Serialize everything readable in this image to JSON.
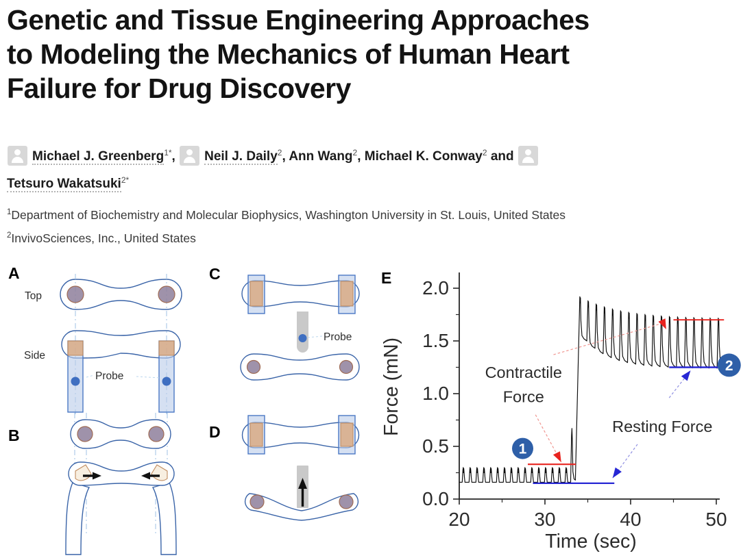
{
  "article": {
    "title_lines": [
      "Genetic and Tissue Engineering Approaches",
      "to Modeling the Mechanics of Human Heart",
      "Failure for Drug Discovery"
    ],
    "authors": [
      {
        "name": "Michael J. Greenberg",
        "sup": "1*",
        "avatar": true,
        "linked": true,
        "sep": ",  "
      },
      {
        "name": "Neil J. Daily",
        "sup": "2",
        "avatar": true,
        "linked": true,
        "sep": ", "
      },
      {
        "name": "Ann Wang",
        "sup": "2",
        "avatar": false,
        "linked": false,
        "sep": ", "
      },
      {
        "name": "Michael K. Conway",
        "sup": "2",
        "avatar": false,
        "linked": false,
        "sep": " and "
      },
      {
        "name": "Tetsuro Wakatsuki",
        "sup": "2*",
        "avatar": true,
        "linked": true,
        "sep": "",
        "break_after_avatar": true
      }
    ],
    "affiliations": [
      {
        "sup": "1",
        "text": "Department of Biochemistry and Molecular Biophysics, Washington University in St. Louis, United States"
      },
      {
        "sup": "2",
        "text": "InvivoSciences, Inc., United States"
      }
    ]
  },
  "figure": {
    "panels": {
      "a": {
        "label": "A",
        "top": "Top",
        "side": "Side",
        "probe": "Probe"
      },
      "b": {
        "label": "B"
      },
      "c": {
        "label": "C",
        "probe": "Probe"
      },
      "d": {
        "label": "D"
      },
      "e": {
        "label": "E"
      }
    },
    "colors": {
      "tissue_outline": "#3a64a8",
      "post_fill": "#b9cbe9",
      "post_stroke": "#4a78c5",
      "anchor_fill": "#8e7f9b",
      "anchor_stroke": "#9f6b54",
      "tab_fill": "#d9a87d",
      "tab_stroke": "#c08a5d",
      "probe_gray": "#c9c9c9",
      "probe_dot": "#3f6fc1",
      "guide": "#9fc2e4",
      "arrow": "#111111"
    }
  },
  "chart_data": {
    "type": "line",
    "xlabel": "Time (sec)",
    "ylabel": "Force (mN)",
    "xlim": [
      20,
      50.5
    ],
    "ylim": [
      0,
      2.05
    ],
    "xticks": [
      20,
      30,
      40,
      50
    ],
    "xticks_minor": [
      25,
      35,
      45
    ],
    "yticks": [
      "0.0",
      "0.5",
      "1.0",
      "1.5",
      "2.0"
    ],
    "yticks_minor": [
      0.25,
      0.75,
      1.25,
      1.75
    ],
    "grid": false,
    "trace": {
      "name": "cardiac-tissue-force-trace",
      "color": "#0b0b0b",
      "phase1": {
        "range_sec": [
          20,
          32.9
        ],
        "baseline_mN": 0.16,
        "twitch_peak_mN": 0.3,
        "period_sec": 0.8
      },
      "transition": {
        "time_sec": 33.2,
        "shoulder_peak_mN": 0.67
      },
      "phase2": {
        "range_sec": [
          34.1,
          50.4
        ],
        "period_sec": 0.95,
        "first_peak_mN": 1.92,
        "settled_peak_mN": 1.71,
        "first_baseline_mN": 1.5,
        "settled_baseline_mN": 1.24
      }
    },
    "annotations": {
      "contractile_label": {
        "lines": [
          "Contractile",
          "Force"
        ],
        "pos": [
          [
            27.5,
            1.148
          ],
          [
            27.5,
            0.918
          ]
        ]
      },
      "resting_label": {
        "text": "Resting Force",
        "pos": [
          43.7,
          0.636
        ]
      },
      "levels": [
        {
          "name": "contractile-level-1",
          "color_key": "red",
          "mN": 0.33,
          "t": [
            28.0,
            33.6
          ],
          "width": 2.2
        },
        {
          "name": "contractile-level-2",
          "color_key": "red",
          "mN": 1.7,
          "t": [
            45.0,
            50.9
          ],
          "width": 1.8
        },
        {
          "name": "resting-level-1",
          "color_key": "blue",
          "mN": 0.15,
          "t": [
            28.6,
            38.1
          ],
          "width": 2.2
        },
        {
          "name": "resting-level-2",
          "color_key": "blue",
          "mN": 1.25,
          "t": [
            44.5,
            51.2
          ],
          "width": 2.6
        }
      ],
      "arrows": [
        {
          "name": "contractile-arrow-1",
          "color_key": "red",
          "from": [
            28.9,
            0.8
          ],
          "to": [
            31.9,
            0.35
          ],
          "head_angle": 63
        },
        {
          "name": "contractile-arrow-2",
          "color_key": "red",
          "from": [
            31.0,
            1.37
          ],
          "to": [
            43.4,
            1.66
          ],
          "head_at": [
            44.15,
            1.61
          ],
          "head_angle": 65
        },
        {
          "name": "resting-arrow-1",
          "color_key": "blue",
          "from": [
            40.8,
            0.52
          ],
          "to": [
            37.9,
            0.2
          ],
          "head_angle": 125
        },
        {
          "name": "resting-arrow-2",
          "color_key": "blue",
          "from": [
            44.5,
            0.96
          ],
          "to": [
            47.0,
            1.22
          ]
        }
      ],
      "badges": [
        {
          "label": "1",
          "pos": [
            27.4,
            0.48
          ]
        },
        {
          "label": "2",
          "pos": [
            51.5,
            1.27
          ]
        }
      ]
    },
    "colors": {
      "red": "#e8231e",
      "red_dash": "#f0958f",
      "blue": "#2727d4",
      "blue_dash": "#8f8fe2",
      "badge_fill": "#2e5fa8",
      "badge_text": "#ffffff",
      "axis": "#262626",
      "text": "#2b2b2b"
    }
  }
}
